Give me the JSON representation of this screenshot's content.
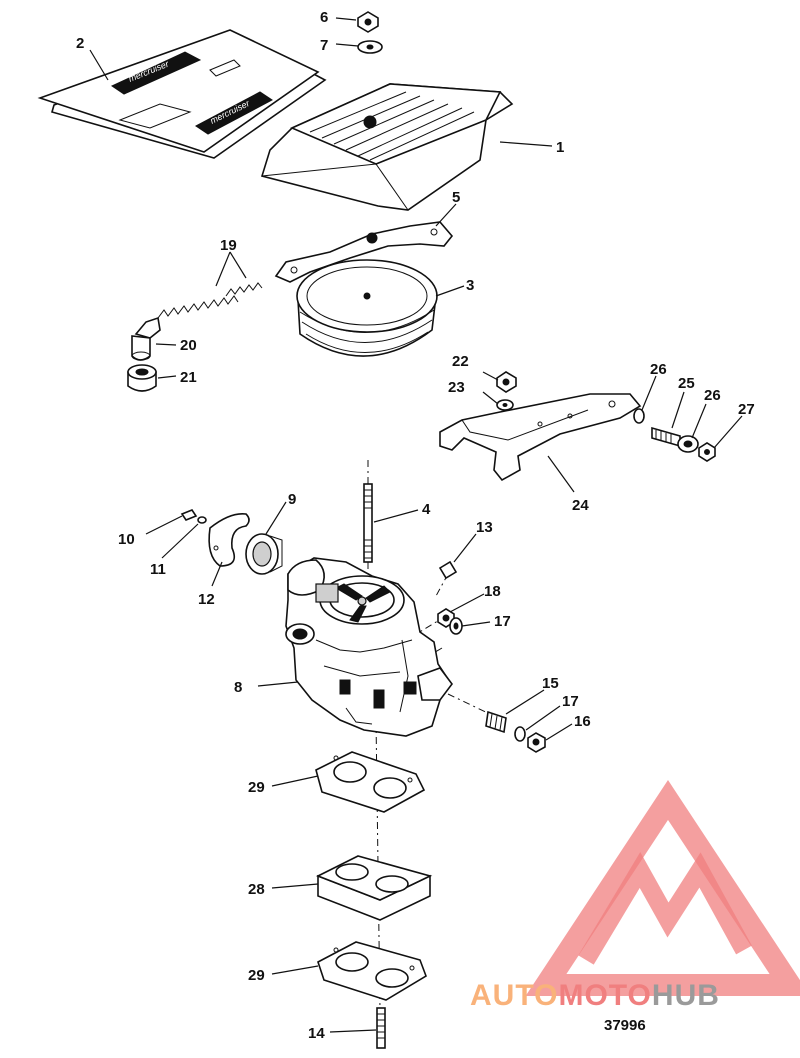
{
  "diagram": {
    "id_number": "37996",
    "callouts": [
      "1",
      "2",
      "3",
      "4",
      "5",
      "6",
      "7",
      "8",
      "9",
      "10",
      "11",
      "12",
      "13",
      "14",
      "15",
      "16",
      "17",
      "17",
      "18",
      "19",
      "20",
      "21",
      "22",
      "23",
      "24",
      "25",
      "26",
      "26",
      "27",
      "28",
      "29",
      "29"
    ]
  },
  "decal": {
    "brand_text": "mercruiser"
  },
  "watermark": {
    "brand_parts": [
      "AUTO",
      "MOTO",
      "HUB"
    ],
    "colors": {
      "logo": "#f07f7f",
      "auto": "#f9b27a",
      "moto": "#f07f7f",
      "hub": "#9a9a9a"
    }
  }
}
